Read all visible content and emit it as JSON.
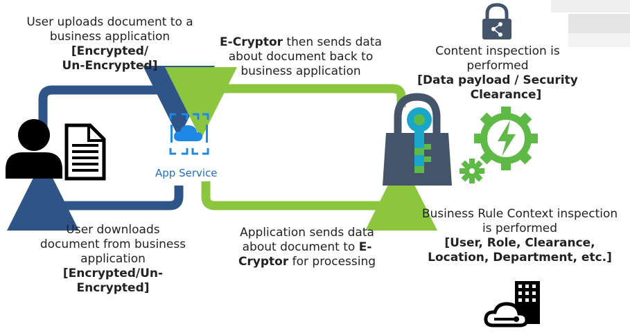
{
  "upload": {
    "line1": "User uploads document to a",
    "line2": "business application",
    "line3": "[Encrypted/",
    "line4": "Un-Encrypted]"
  },
  "ecryptor_return": {
    "bold_word": "E-Cryptor",
    "line1_rest": " then sends data",
    "line2": "about document back to",
    "line3": "business application"
  },
  "content_inspection": {
    "line1": "Content inspection is",
    "line2": "performed",
    "line3": "[Data payload / Security",
    "line4": "Clearance]"
  },
  "download": {
    "line1": "User downloads",
    "line2": "document from business",
    "line3": "application",
    "line4": "[Encrypted/Un-",
    "line5": "Encrypted]"
  },
  "app_send": {
    "line1": "Application sends data",
    "line2_start": "about document to ",
    "line2_bold": "E-",
    "line3_bold": "Cryptor",
    "line3_rest": " for processing"
  },
  "business_rule": {
    "line1": "Business Rule Context inspection",
    "line2": "is performed",
    "line3": "[User, Role, Clearance,",
    "line4": "Location, Department, etc.]"
  },
  "app_service": {
    "label": "App Service"
  },
  "icons": [
    "user-icon",
    "document-icon",
    "app-service-icon",
    "lock-share-icon",
    "lock-key-icon",
    "gear-lightning-icon",
    "small-gear-icon",
    "cloud-building-icon"
  ],
  "colors": {
    "navy": "#2f5488",
    "green": "#8cc63f",
    "dark_slate": "#44546a",
    "azure_blue": "#1e88e5",
    "key_teal": "#19a6c9",
    "key_green": "#5fb946"
  }
}
